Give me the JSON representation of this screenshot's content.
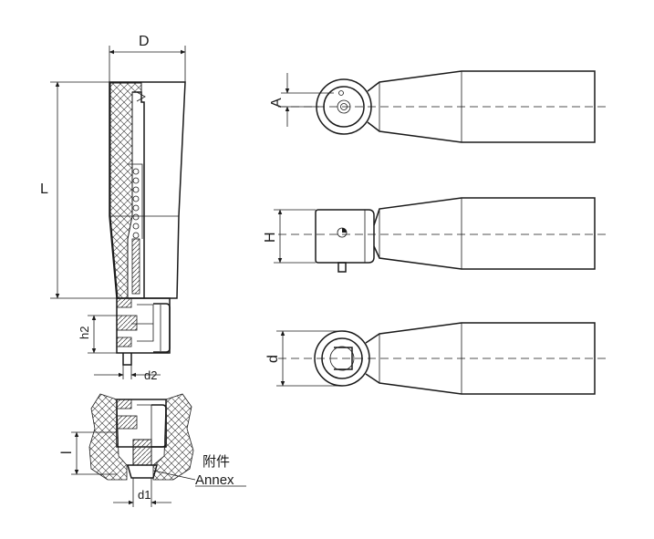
{
  "dimensions": {
    "D": "D",
    "L": "L",
    "h2": "h2",
    "d2": "d2",
    "l": "l",
    "d1": "d1",
    "A": "A",
    "H": "H",
    "d": "d"
  },
  "annotation": {
    "cn": "附件",
    "en": "Annex"
  }
}
